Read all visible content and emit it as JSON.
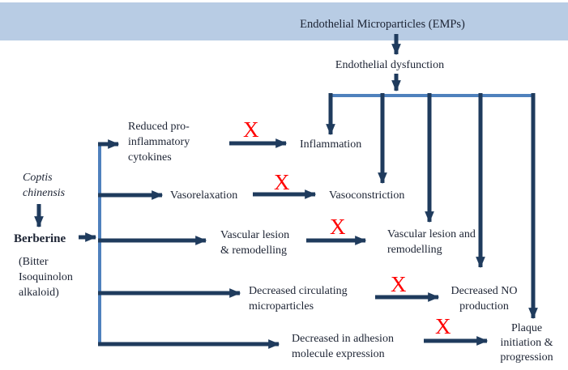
{
  "banner": {
    "title": "Endothelial Microparticles (EMPs)"
  },
  "flow": {
    "dysfunction_label": "Endothelial dysfunction",
    "x_marker": "X"
  },
  "source": {
    "plant": "Coptis\nchinensis",
    "compound": "Berberine",
    "note": "(Bitter\nIsoquinolon\nalkaloid)"
  },
  "effects": [
    {
      "label": "Reduced pro-\ninflammatory\ncytokines"
    },
    {
      "label": "Vasorelaxation"
    },
    {
      "label": "Vascular lesion\n& remodelling"
    },
    {
      "label": "Decreased circulating\nmicroparticles"
    },
    {
      "label": "Decreased in adhesion\nmolecule expression"
    }
  ],
  "outcomes": [
    {
      "label": "Inflammation"
    },
    {
      "label": "Vasoconstriction"
    },
    {
      "label": "Vascular lesion and\nremodelling"
    },
    {
      "label": "Decreased NO\nproduction"
    },
    {
      "label": "Plaque\ninitiation &\nprogression"
    }
  ],
  "colors": {
    "banner_bg": "#b8cce4",
    "arrow_dark": "#1f3b5d",
    "line_light": "#4f81bd",
    "x_red": "#ff0000",
    "text": "#1c2333"
  }
}
